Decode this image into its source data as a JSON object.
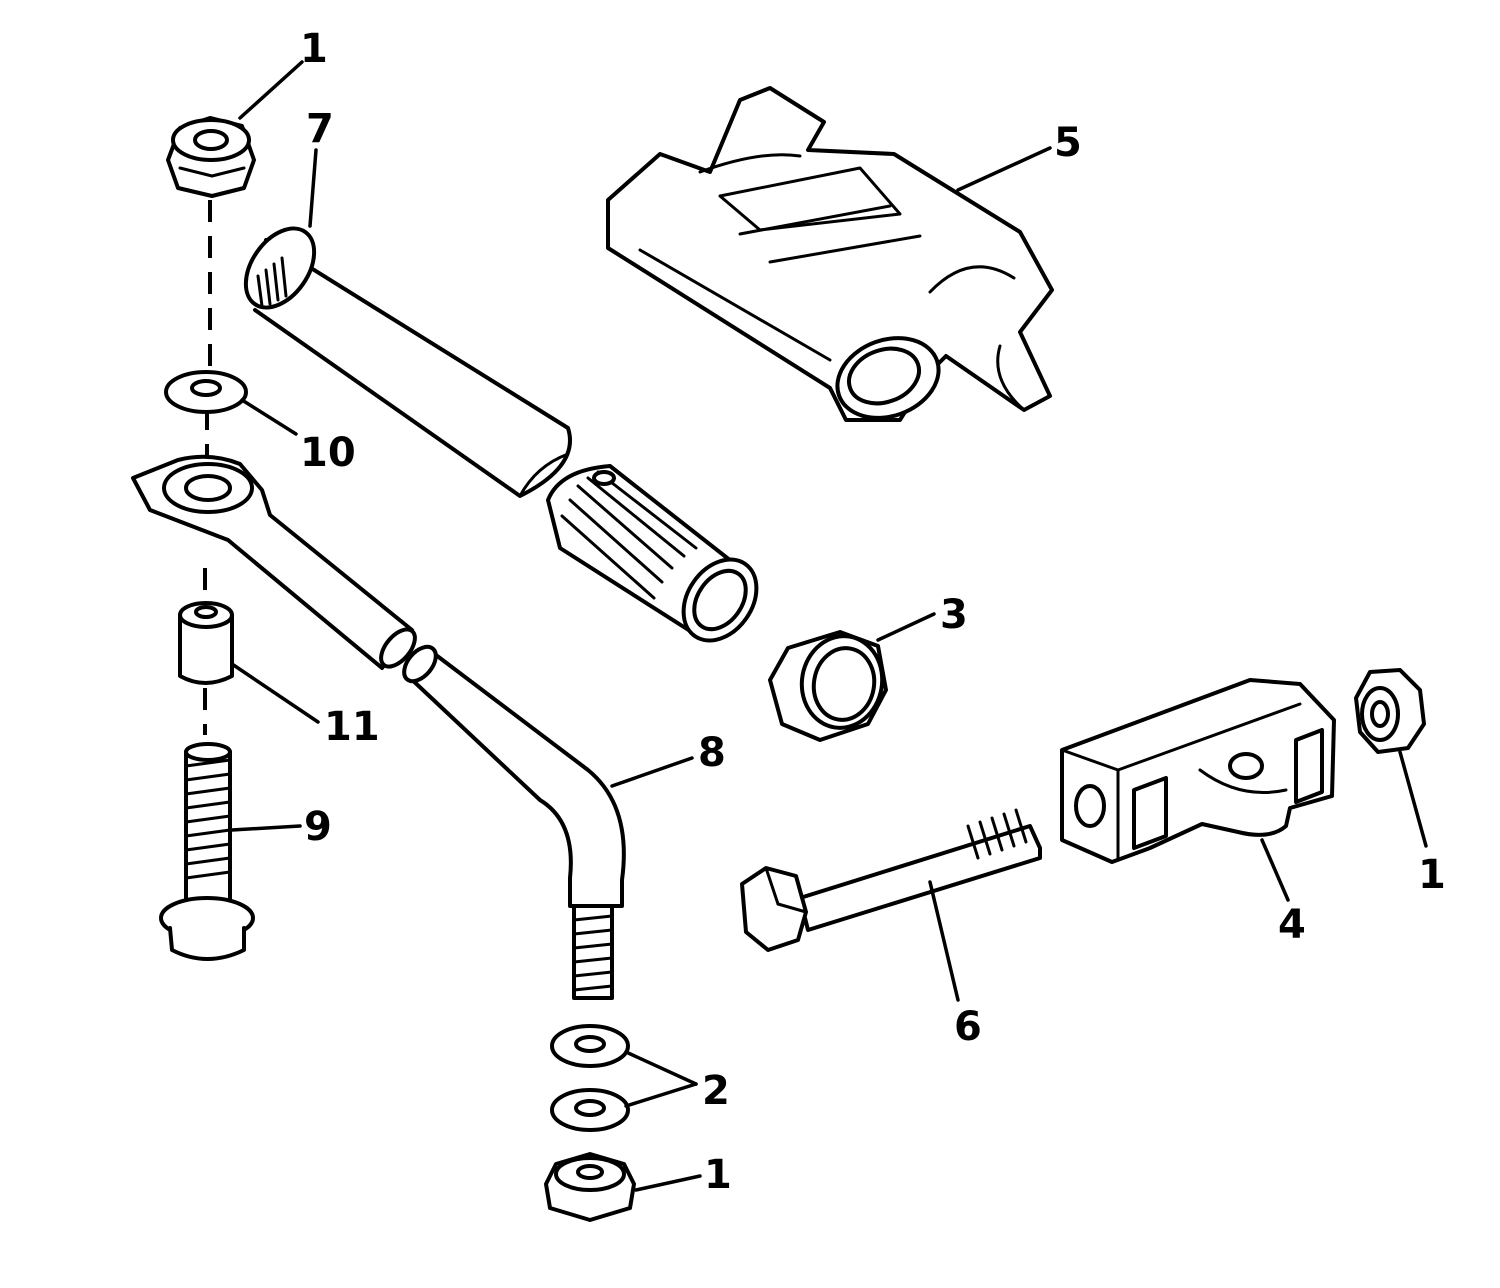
{
  "callouts": [
    {
      "id": "c1a",
      "text": "1"
    },
    {
      "id": "c7",
      "text": "7"
    },
    {
      "id": "c5",
      "text": "5"
    },
    {
      "id": "c10",
      "text": "10"
    },
    {
      "id": "c3",
      "text": "3"
    },
    {
      "id": "c11",
      "text": "11"
    },
    {
      "id": "c8",
      "text": "8"
    },
    {
      "id": "c9",
      "text": "9"
    },
    {
      "id": "c1b",
      "text": "1"
    },
    {
      "id": "c4",
      "text": "4"
    },
    {
      "id": "c6",
      "text": "6"
    },
    {
      "id": "c2",
      "text": "2"
    },
    {
      "id": "c1c",
      "text": "1"
    }
  ]
}
